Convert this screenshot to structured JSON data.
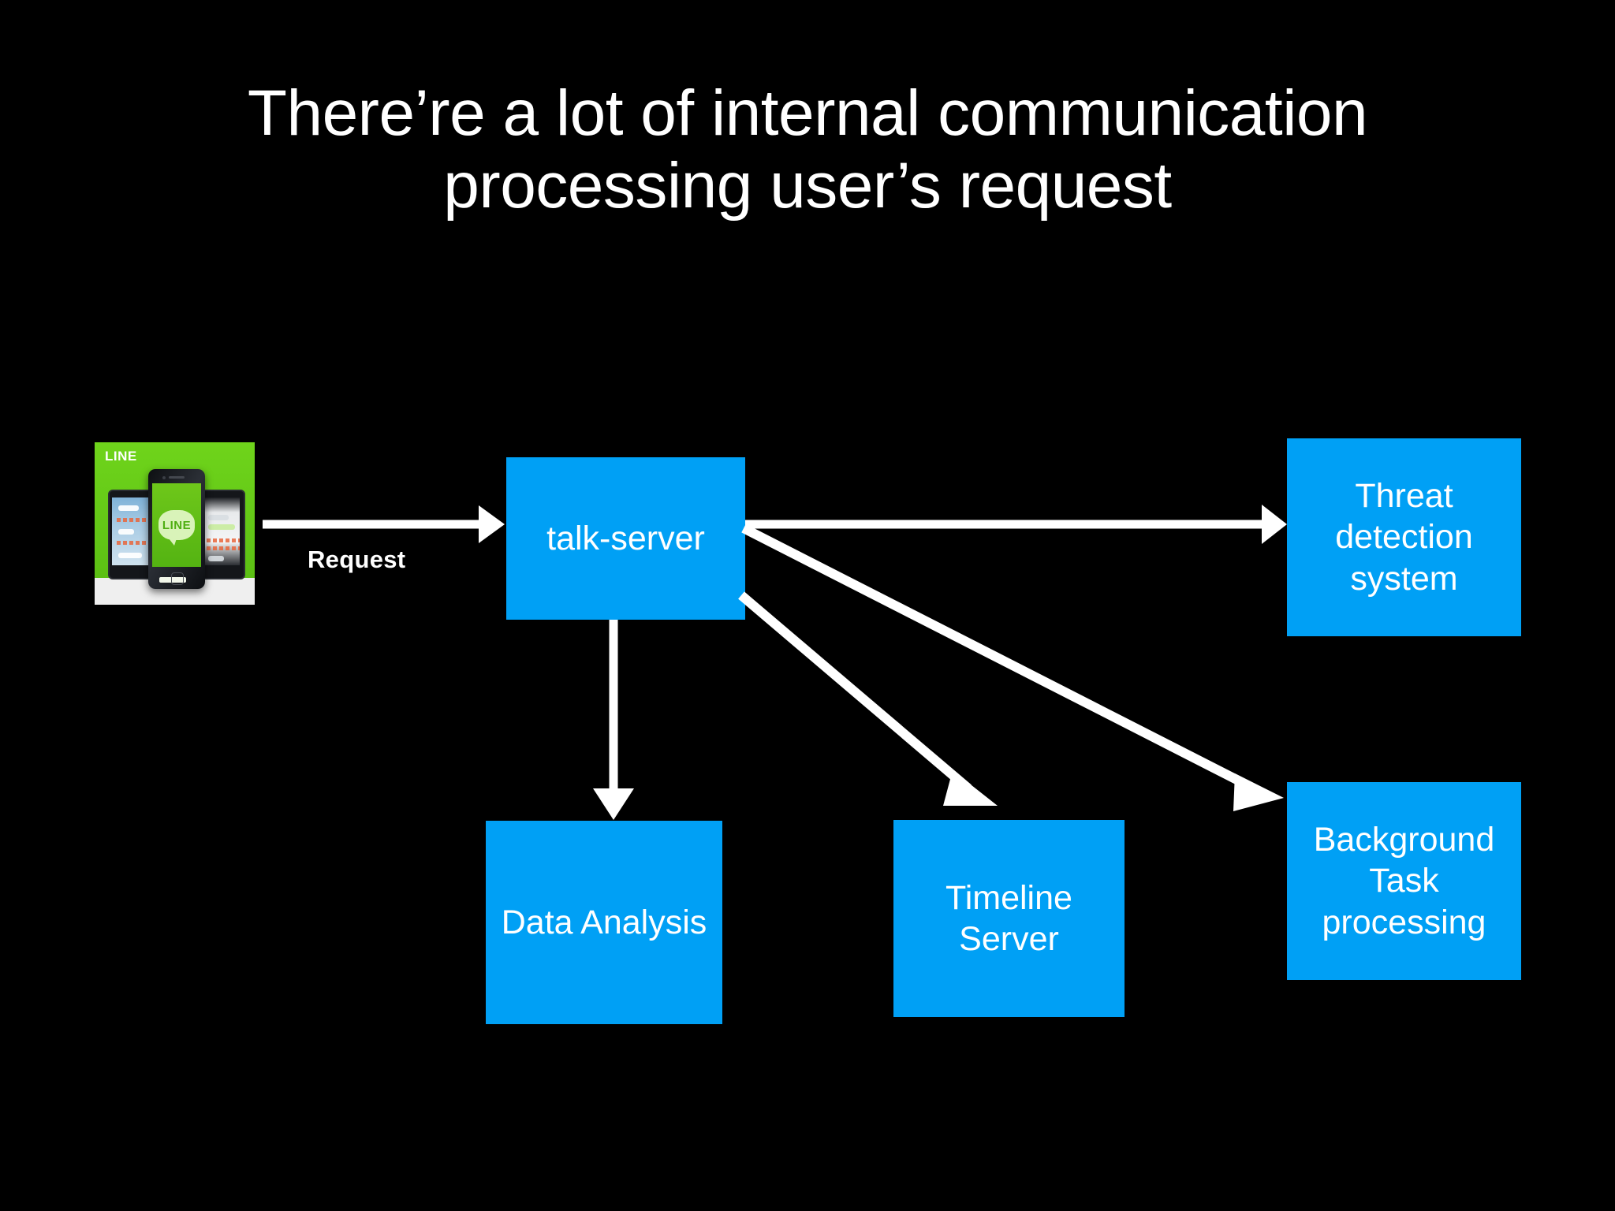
{
  "slide": {
    "background_color": "#000000",
    "title": "There’re a lot of internal communication\nprocessing user’s request",
    "title_color": "#ffffff"
  },
  "theme": {
    "node_fill": "#00A0F5",
    "node_text_color": "#ffffff",
    "arrow_color": "#ffffff",
    "background": "#000000"
  },
  "diagram": {
    "type": "flow",
    "source_image": {
      "name": "line-app-promo-image",
      "logo_text": "LINE",
      "app_name": "LINE"
    },
    "nodes": [
      {
        "id": "talk-server",
        "label": "talk-server"
      },
      {
        "id": "threat-detection-system",
        "label": "Threat\ndetection\nsystem"
      },
      {
        "id": "data-analysis",
        "label": "Data Analysis"
      },
      {
        "id": "timeline-server",
        "label": "Timeline\nServer"
      },
      {
        "id": "background-task-processing",
        "label": "Background\nTask\nprocessing"
      }
    ],
    "edges": [
      {
        "from": "line-app-promo-image",
        "to": "talk-server",
        "label": "Request"
      },
      {
        "from": "talk-server",
        "to": "threat-detection-system",
        "label": ""
      },
      {
        "from": "talk-server",
        "to": "data-analysis",
        "label": ""
      },
      {
        "from": "talk-server",
        "to": "timeline-server",
        "label": ""
      },
      {
        "from": "talk-server",
        "to": "background-task-processing",
        "label": ""
      }
    ]
  }
}
